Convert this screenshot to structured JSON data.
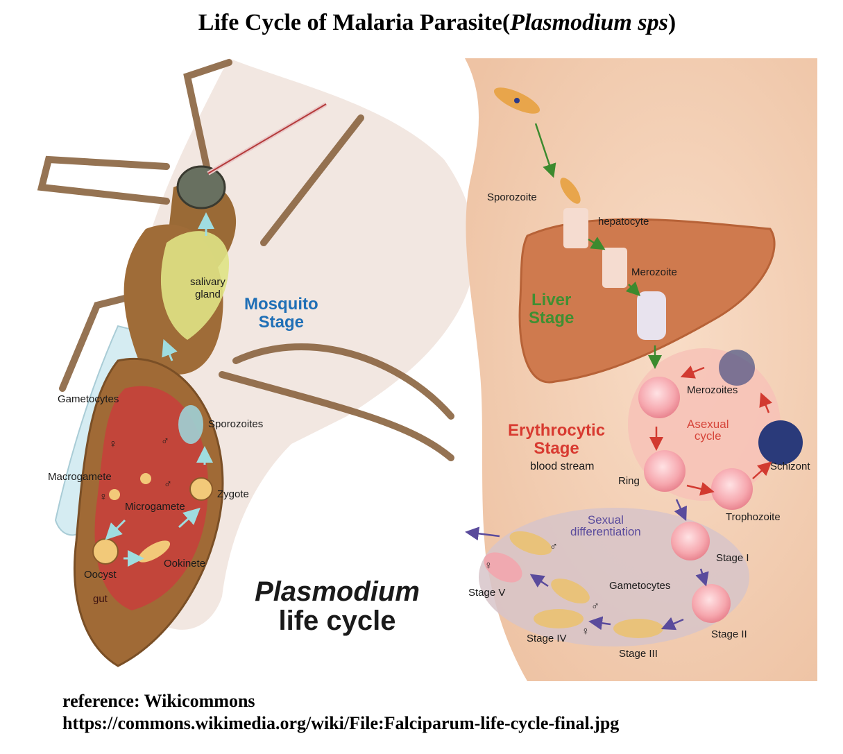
{
  "title": {
    "main": "Life Cycle of Malaria Parasite(",
    "italic": "Plasmodium sps",
    "close": ")"
  },
  "stages": {
    "mosquito": [
      "Mosquito",
      "Stage"
    ],
    "liver": [
      "Liver",
      "Stage"
    ],
    "erythrocytic": [
      "Erythrocytic",
      "Stage"
    ],
    "blood_stream": "blood stream",
    "asexual_cycle": [
      "Asexual",
      "cycle"
    ],
    "sexual_differentiation": [
      "Sexual",
      "differentiation"
    ]
  },
  "mosquito_labels": {
    "salivary_gland": [
      "salivary",
      "gland"
    ],
    "gametocytes": "Gametocytes",
    "sporozoites": "Sporozoites",
    "macrogamete": "Macrogamete",
    "microgamete": "Microgamete",
    "zygote": "Zygote",
    "oocyst": "Oocyst",
    "ookinete": "Ookinete",
    "gut": "gut"
  },
  "human_labels": {
    "sporozoite": "Sporozoite",
    "hepatocyte": "hepatocyte",
    "merozoite": "Merozoite",
    "merozoites": "Merozoites",
    "schizont": "Schizont",
    "ring": "Ring",
    "trophozoite": "Trophozoite",
    "gametocytes": "Gametocytes",
    "stage_1": "Stage I",
    "stage_2": "Stage II",
    "stage_3": "Stage III",
    "stage_4": "Stage IV",
    "stage_5": "Stage V"
  },
  "sex_symbols": {
    "female": "♀",
    "male": "♂"
  },
  "caption": [
    "Plasmodium",
    "life cycle"
  ],
  "reference": {
    "line1": "reference: Wikicommons",
    "line2": "https://commons.wikimedia.org/wiki/File:Falciparum-life-cycle-final.jpg"
  },
  "colors": {
    "mosquito_body": "#9a6a36",
    "gut": "#c2453a",
    "skin": "#f4d2b8",
    "liver": "#cf7a4e",
    "asexual_circle": "#f7c2b7",
    "sexual_ellipse": "#d7c4c9",
    "mosquito_stage_text": "#1f6fb6",
    "liver_stage_text": "#3f8f32",
    "erythrocytic_text": "#d83a30"
  }
}
